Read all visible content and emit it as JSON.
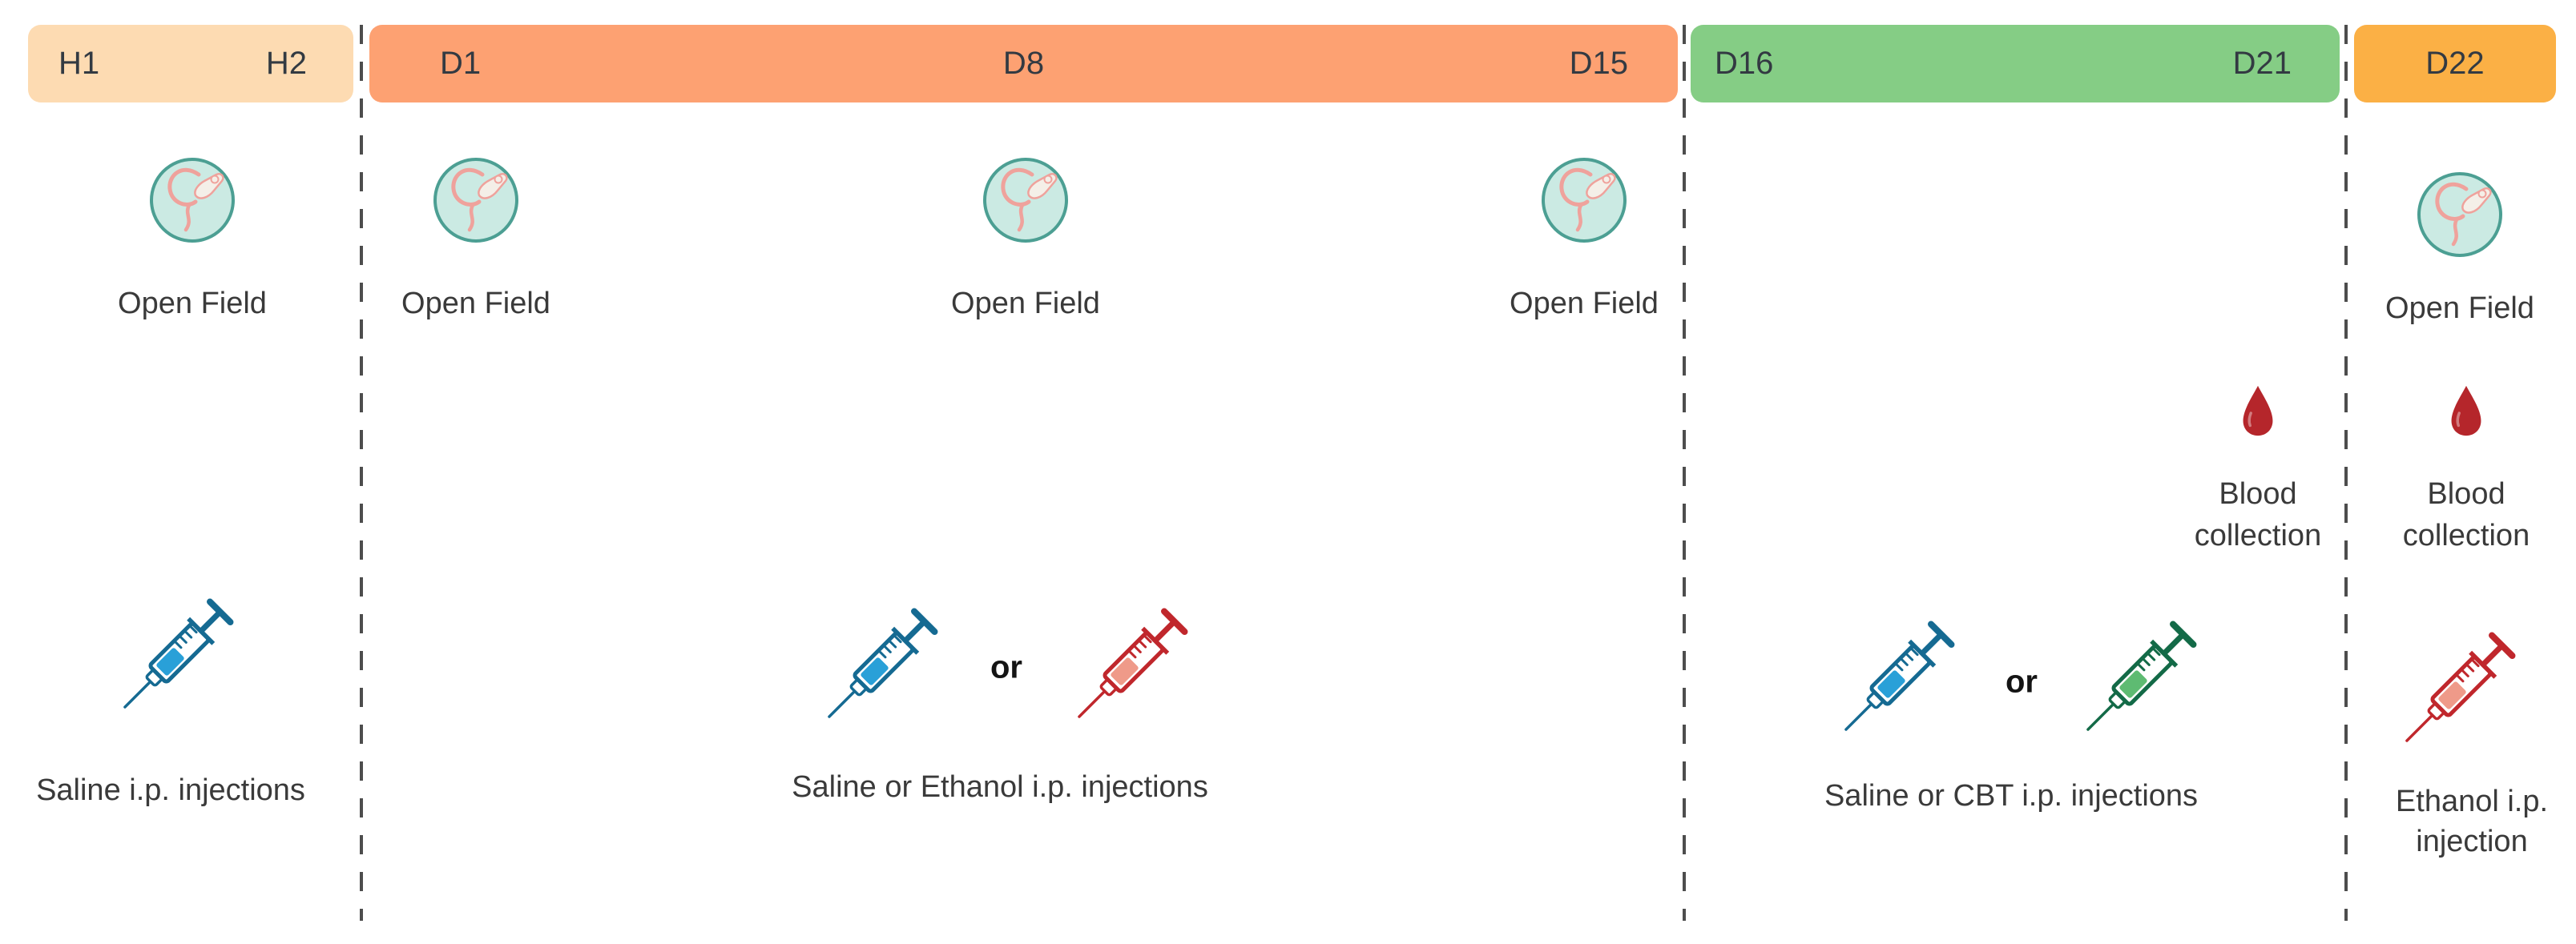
{
  "timeline": {
    "phases": [
      {
        "start": "H1",
        "end": "H2"
      },
      {
        "start": "D1",
        "middle": "D8",
        "end": "D15"
      },
      {
        "start": "D16",
        "end": "D21"
      },
      {
        "start": "D22"
      }
    ]
  },
  "events": {
    "open_field": "Open Field",
    "blood_collection": "Blood collection",
    "or": "or",
    "saline_injections": "Saline i.p. injections",
    "saline_or_ethanol_injections": "Saline or Ethanol i.p. injections",
    "saline_or_cbt_injections": "Saline or CBT i.p. injections",
    "ethanol_injection": "Ethanol i.p. injection"
  },
  "icons": {
    "open_field": "mouse-in-circle-icon",
    "blood_collection": "blood-drop-icon",
    "saline": "blue-syringe-icon",
    "ethanol": "red-syringe-icon",
    "cbt": "green-syringe-icon"
  },
  "colors": {
    "background": "#ffffff",
    "bar_text": "#333a42",
    "body_text": "#3a3a3a",
    "or_text": "#141414",
    "divider": "#4d4d4d",
    "habituation_bar": "#FDDBB2",
    "week1_bar": "#FDA172",
    "treatment_bar": "#85CD85",
    "final_day_bar": "#FBB045",
    "open_field_circle_fill": "#CBEAE3",
    "open_field_circle_stroke": "#4C9F93",
    "open_field_doodle": "#EFA29C",
    "open_field_mouse_fill": "#F4EFE8",
    "blood_drop": "#B5262B",
    "saline_syringe_stroke": "#156A92",
    "saline_syringe_fill": "#29A0D8",
    "ethanol_syringe_stroke": "#C0272C",
    "ethanol_syringe_fill": "#EF9A89",
    "cbt_syringe_stroke": "#136A47",
    "cbt_syringe_fill": "#5EBB72"
  }
}
